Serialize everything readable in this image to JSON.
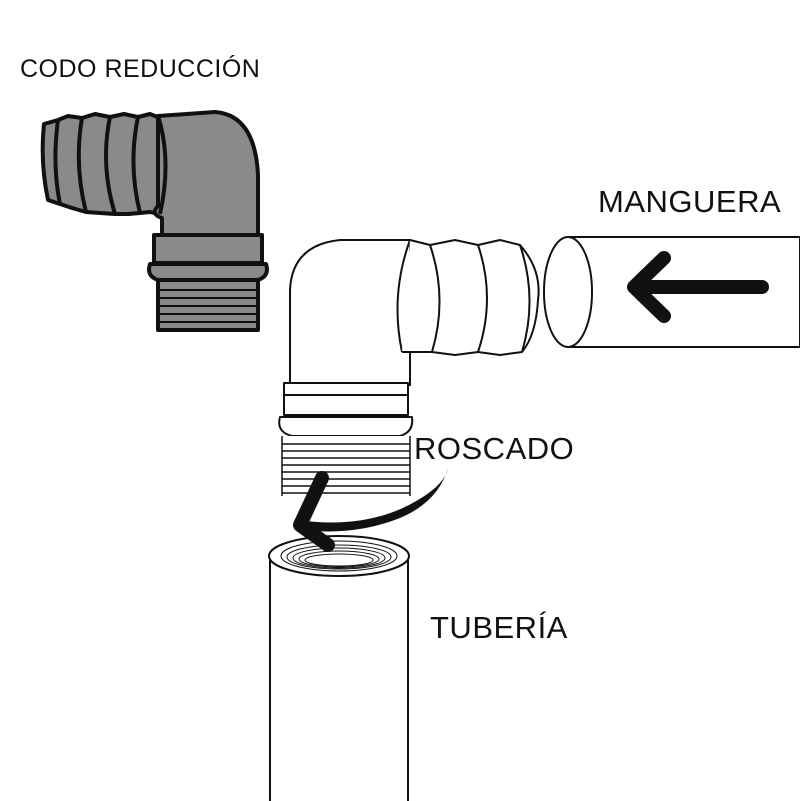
{
  "labels": {
    "codo_reduccion": "CODO REDUCCIÓN",
    "manguera": "MANGUERA",
    "roscado": "ROSCADO",
    "tuberia": "TUBERÍA"
  },
  "colors": {
    "outline": "#111111",
    "gray_fitting": "#8a8a8a",
    "white_fitting": "#ffffff",
    "arrow": "#111111"
  },
  "icons": {
    "hose_arrow": "arrow-left-icon",
    "thread_arrow": "curved-arrow-icon"
  }
}
